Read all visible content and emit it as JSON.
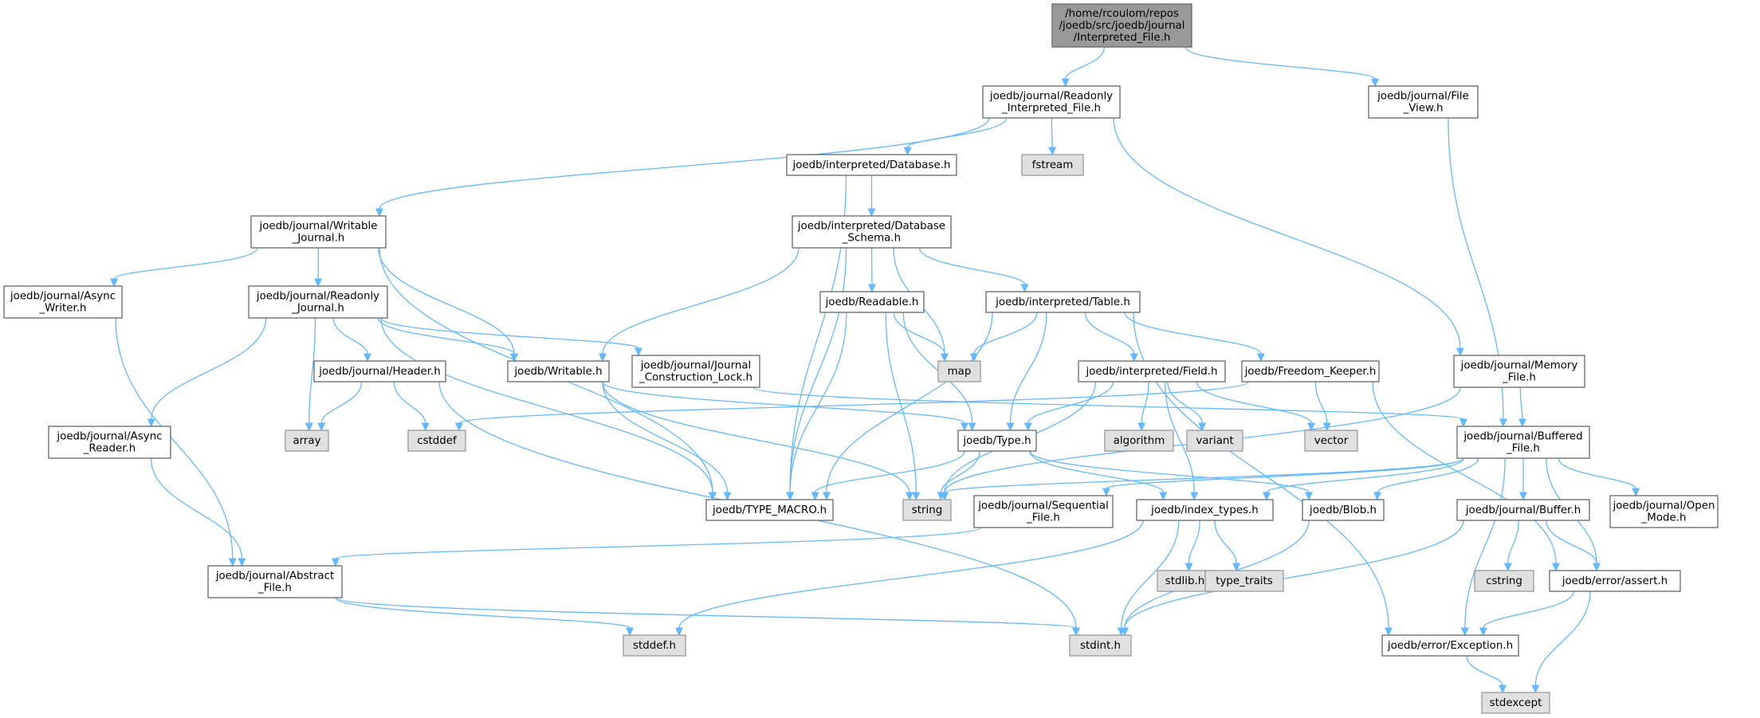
{
  "diagram": {
    "nodes": [
      {
        "id": "root",
        "kind": "root",
        "lines": [
          "/home/rcoulom/repos",
          "/joedb/src/joedb/journal",
          "/Interpreted_File.h"
        ]
      },
      {
        "id": "readonly_interpreted_file",
        "kind": "file",
        "lines": [
          "joedb/journal/Readonly",
          "_Interpreted_File.h"
        ]
      },
      {
        "id": "file_view",
        "kind": "file",
        "lines": [
          "joedb/journal/File",
          "_View.h"
        ]
      },
      {
        "id": "interpreted_database",
        "kind": "file",
        "lines": [
          "joedb/interpreted/Database.h"
        ]
      },
      {
        "id": "fstream",
        "kind": "sys",
        "lines": [
          "fstream"
        ]
      },
      {
        "id": "writable_journal",
        "kind": "file",
        "lines": [
          "joedb/journal/Writable",
          "_Journal.h"
        ]
      },
      {
        "id": "database_schema",
        "kind": "file",
        "lines": [
          "joedb/interpreted/Database",
          "_Schema.h"
        ]
      },
      {
        "id": "async_writer",
        "kind": "file",
        "lines": [
          "joedb/journal/Async",
          "_Writer.h"
        ]
      },
      {
        "id": "readonly_journal",
        "kind": "file",
        "lines": [
          "joedb/journal/Readonly",
          "_Journal.h"
        ]
      },
      {
        "id": "readable",
        "kind": "file",
        "lines": [
          "joedb/Readable.h"
        ]
      },
      {
        "id": "table",
        "kind": "file",
        "lines": [
          "joedb/interpreted/Table.h"
        ]
      },
      {
        "id": "memory_file",
        "kind": "file",
        "lines": [
          "joedb/journal/Memory",
          "_File.h"
        ]
      },
      {
        "id": "header",
        "kind": "file",
        "lines": [
          "joedb/journal/Header.h"
        ]
      },
      {
        "id": "writable",
        "kind": "file",
        "lines": [
          "joedb/Writable.h"
        ]
      },
      {
        "id": "journal_construction_lock",
        "kind": "file",
        "lines": [
          "joedb/journal/Journal",
          "_Construction_Lock.h"
        ]
      },
      {
        "id": "map",
        "kind": "sys",
        "lines": [
          "map"
        ]
      },
      {
        "id": "field",
        "kind": "file",
        "lines": [
          "joedb/interpreted/Field.h"
        ]
      },
      {
        "id": "freedom_keeper",
        "kind": "file",
        "lines": [
          "joedb/Freedom_Keeper.h"
        ]
      },
      {
        "id": "async_reader",
        "kind": "file",
        "lines": [
          "joedb/journal/Async",
          "_Reader.h"
        ]
      },
      {
        "id": "array",
        "kind": "sys",
        "lines": [
          "array"
        ]
      },
      {
        "id": "cstddef",
        "kind": "sys",
        "lines": [
          "cstddef"
        ]
      },
      {
        "id": "type",
        "kind": "file",
        "lines": [
          "joedb/Type.h"
        ]
      },
      {
        "id": "algorithm",
        "kind": "sys",
        "lines": [
          "algorithm"
        ]
      },
      {
        "id": "variant",
        "kind": "sys",
        "lines": [
          "variant"
        ]
      },
      {
        "id": "vector",
        "kind": "sys",
        "lines": [
          "vector"
        ]
      },
      {
        "id": "buffered_file",
        "kind": "file",
        "lines": [
          "joedb/journal/Buffered",
          "_File.h"
        ]
      },
      {
        "id": "type_macro",
        "kind": "file",
        "lines": [
          "joedb/TYPE_MACRO.h"
        ]
      },
      {
        "id": "string",
        "kind": "sys",
        "lines": [
          "string"
        ]
      },
      {
        "id": "sequential_file",
        "kind": "file",
        "lines": [
          "joedb/journal/Sequential",
          "_File.h"
        ]
      },
      {
        "id": "index_types",
        "kind": "file",
        "lines": [
          "joedb/index_types.h"
        ]
      },
      {
        "id": "blob",
        "kind": "file",
        "lines": [
          "joedb/Blob.h"
        ]
      },
      {
        "id": "buffer",
        "kind": "file",
        "lines": [
          "joedb/journal/Buffer.h"
        ]
      },
      {
        "id": "open_mode",
        "kind": "file",
        "lines": [
          "joedb/journal/Open",
          "_Mode.h"
        ]
      },
      {
        "id": "abstract_file",
        "kind": "file",
        "lines": [
          "joedb/journal/Abstract",
          "_File.h"
        ]
      },
      {
        "id": "stdlib",
        "kind": "sys",
        "lines": [
          "stdlib.h"
        ]
      },
      {
        "id": "type_traits",
        "kind": "sys",
        "lines": [
          "type_traits"
        ]
      },
      {
        "id": "cstring",
        "kind": "sys",
        "lines": [
          "cstring"
        ]
      },
      {
        "id": "assert",
        "kind": "file",
        "lines": [
          "joedb/error/assert.h"
        ]
      },
      {
        "id": "stddef",
        "kind": "sys",
        "lines": [
          "stddef.h"
        ]
      },
      {
        "id": "stdint",
        "kind": "sys",
        "lines": [
          "stdint.h"
        ]
      },
      {
        "id": "exception",
        "kind": "file",
        "lines": [
          "joedb/error/Exception.h"
        ]
      },
      {
        "id": "stdexcept",
        "kind": "sys",
        "lines": [
          "stdexcept"
        ]
      }
    ],
    "edges": [
      [
        "root",
        "readonly_interpreted_file"
      ],
      [
        "root",
        "file_view"
      ],
      [
        "readonly_interpreted_file",
        "interpreted_database"
      ],
      [
        "readonly_interpreted_file",
        "fstream"
      ],
      [
        "readonly_interpreted_file",
        "writable_journal"
      ],
      [
        "readonly_interpreted_file",
        "memory_file"
      ],
      [
        "file_view",
        "buffered_file"
      ],
      [
        "interpreted_database",
        "database_schema"
      ],
      [
        "interpreted_database",
        "type_macro"
      ],
      [
        "writable_journal",
        "async_writer"
      ],
      [
        "writable_journal",
        "readonly_journal"
      ],
      [
        "writable_journal",
        "writable"
      ],
      [
        "writable_journal",
        "type_macro"
      ],
      [
        "database_schema",
        "readable"
      ],
      [
        "database_schema",
        "table"
      ],
      [
        "database_schema",
        "map"
      ],
      [
        "database_schema",
        "writable"
      ],
      [
        "database_schema",
        "type_macro"
      ],
      [
        "async_writer",
        "abstract_file"
      ],
      [
        "readonly_journal",
        "header"
      ],
      [
        "readonly_journal",
        "writable"
      ],
      [
        "readonly_journal",
        "journal_construction_lock"
      ],
      [
        "readonly_journal",
        "async_reader"
      ],
      [
        "readonly_journal",
        "array"
      ],
      [
        "readonly_journal",
        "type_macro"
      ],
      [
        "readable",
        "map"
      ],
      [
        "readable",
        "type"
      ],
      [
        "readable",
        "type_macro"
      ],
      [
        "readable",
        "string"
      ],
      [
        "table",
        "map"
      ],
      [
        "table",
        "field"
      ],
      [
        "table",
        "freedom_keeper"
      ],
      [
        "table",
        "type"
      ],
      [
        "table",
        "type_macro"
      ],
      [
        "table",
        "exception"
      ],
      [
        "memory_file",
        "buffered_file"
      ],
      [
        "memory_file",
        "string"
      ],
      [
        "header",
        "array"
      ],
      [
        "header",
        "cstddef"
      ],
      [
        "header",
        "stdint"
      ],
      [
        "writable",
        "type"
      ],
      [
        "writable",
        "type_macro"
      ],
      [
        "writable",
        "string"
      ],
      [
        "journal_construction_lock",
        "buffered_file"
      ],
      [
        "field",
        "type"
      ],
      [
        "field",
        "algorithm"
      ],
      [
        "field",
        "variant"
      ],
      [
        "field",
        "vector"
      ],
      [
        "field",
        "index_types"
      ],
      [
        "field",
        "string"
      ],
      [
        "freedom_keeper",
        "vector"
      ],
      [
        "freedom_keeper",
        "cstddef"
      ],
      [
        "freedom_keeper",
        "assert"
      ],
      [
        "async_reader",
        "abstract_file"
      ],
      [
        "type",
        "type_macro"
      ],
      [
        "type",
        "string"
      ],
      [
        "type",
        "index_types"
      ],
      [
        "type",
        "blob"
      ],
      [
        "buffered_file",
        "sequential_file"
      ],
      [
        "buffered_file",
        "index_types"
      ],
      [
        "buffered_file",
        "blob"
      ],
      [
        "buffered_file",
        "buffer"
      ],
      [
        "buffered_file",
        "open_mode"
      ],
      [
        "buffered_file",
        "assert"
      ],
      [
        "buffered_file",
        "exception"
      ],
      [
        "buffered_file",
        "string"
      ],
      [
        "sequential_file",
        "abstract_file"
      ],
      [
        "index_types",
        "stdlib"
      ],
      [
        "index_types",
        "type_traits"
      ],
      [
        "index_types",
        "stdint"
      ],
      [
        "index_types",
        "stddef"
      ],
      [
        "blob",
        "stdint"
      ],
      [
        "buffer",
        "cstring"
      ],
      [
        "buffer",
        "assert"
      ],
      [
        "buffer",
        "stdint"
      ],
      [
        "abstract_file",
        "stddef"
      ],
      [
        "abstract_file",
        "stdint"
      ],
      [
        "assert",
        "exception"
      ],
      [
        "assert",
        "stdexcept"
      ],
      [
        "exception",
        "stdexcept"
      ]
    ]
  }
}
